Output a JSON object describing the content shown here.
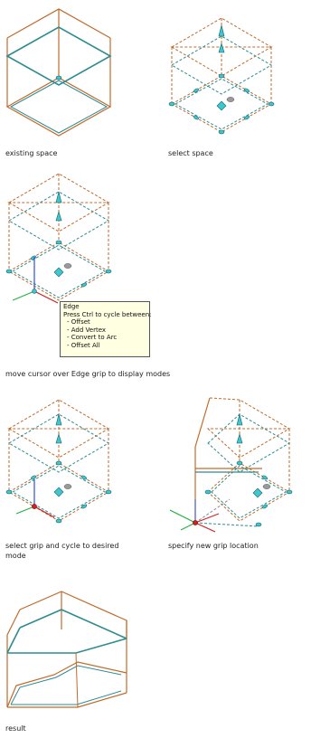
{
  "colors": {
    "edge_orange": "#c06a2a",
    "space_teal": "#2e8b8f",
    "grip_cyan": "#3cc8d0",
    "grip_outline": "#1a5f66",
    "grip_gray": "#9a9a9a",
    "axis_blue": "#3050d0",
    "axis_red": "#d02020",
    "axis_green": "#20b040",
    "tooltip_bg": "#ffffe1"
  },
  "panels": [
    {
      "id": "existing-space",
      "caption": "existing space"
    },
    {
      "id": "select-space",
      "caption": "select space"
    },
    {
      "id": "edge-grip-modes",
      "caption": "move cursor over Edge grip to display modes"
    },
    {
      "id": "select-grip-cycle",
      "caption_lines": [
        "select grip and cycle to desired",
        "mode"
      ]
    },
    {
      "id": "new-grip-location",
      "caption": "specify new grip location"
    },
    {
      "id": "result",
      "caption": "result"
    }
  ],
  "tooltip": {
    "title": "Edge",
    "intro": "Press Ctrl to cycle between:",
    "items": [
      "- Offset",
      "- Add Vertex",
      "- Convert to Arc",
      "- Offset All"
    ]
  }
}
